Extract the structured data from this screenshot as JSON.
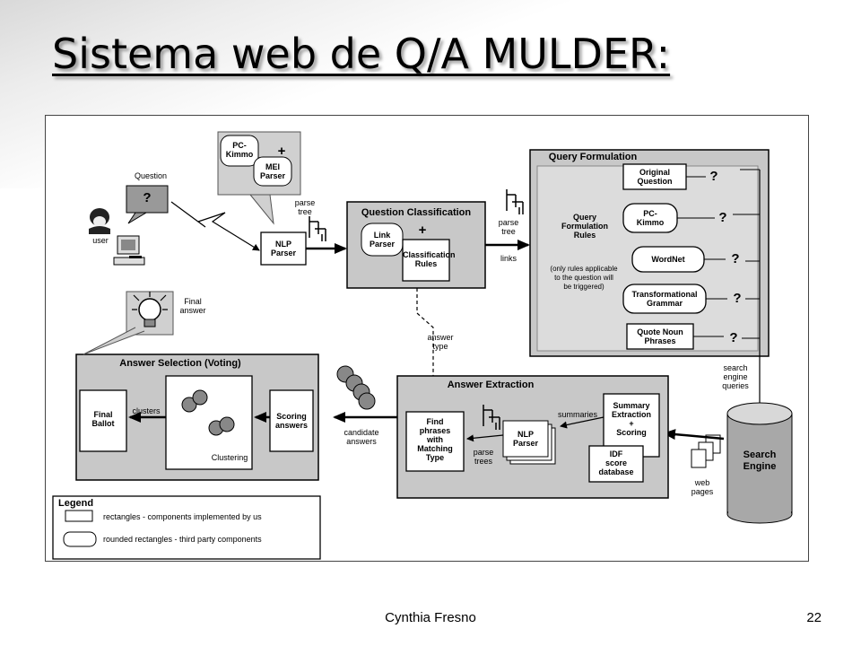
{
  "slide": {
    "title": "Sistema web de Q/A MULDER:",
    "footer_author": "Cynthia Fresno",
    "page_number": "22"
  },
  "diagram": {
    "user": {
      "question_label": "Question",
      "question_mark": "?",
      "user_label": "user"
    },
    "thought": {
      "pc_kimmo": "PC-\nKimmo",
      "plus": "+",
      "mei_parser": "MEI\nParser"
    },
    "nlp_parser_top": {
      "label": "NLP\nParser",
      "parse_tree": "parse\ntree"
    },
    "question_classification": {
      "title": "Question Classification",
      "link_parser": "Link\nParser",
      "plus": "+",
      "classification_rules": "Classification\nRules",
      "parse_tree": "parse\ntree",
      "links": "links",
      "answer_type": "answer\ntype"
    },
    "query_formulation": {
      "title": "Query Formulation",
      "rules": "Query\nFormulation\nRules",
      "note": "(only rules applicable\nto the question will\nbe triggered)",
      "items": [
        {
          "label": "Original\nQuestion",
          "mark": "?"
        },
        {
          "label": "PC-\nKimmo",
          "mark": "?"
        },
        {
          "label": "WordNet",
          "mark": "?"
        },
        {
          "label": "Transformational\nGrammar",
          "mark": "?"
        },
        {
          "label": "Quote Noun\nPhrases",
          "mark": "?"
        }
      ]
    },
    "search_engine": {
      "label": "Search\nEngine",
      "queries": "search\nengine\nqueries",
      "web_pages": "web\npages"
    },
    "answer_extraction": {
      "title": "Answer Extraction",
      "find_phrases": "Find\nphrases\nwith\nMatching\nType",
      "parse_trees": "parse\ntrees",
      "nlp_parser": "NLP\nParser",
      "summaries": "summaries",
      "summary_extraction": "Summary\nExtraction\n+\nScoring",
      "idf": "IDF\nscore\ndatabase"
    },
    "answer_selection": {
      "title": "Answer Selection (Voting)",
      "final_ballot": "Final\nBallot",
      "clusters": "clusters",
      "clustering": "Clustering",
      "scoring": "Scoring\nanswers",
      "candidate_answers": "candidate\nanswers",
      "final_answer": "Final\nanswer"
    },
    "legend": {
      "title": "Legend",
      "rect_desc": "rectangles - components implemented by us",
      "rounded_desc": "rounded rectangles - third party components"
    }
  }
}
